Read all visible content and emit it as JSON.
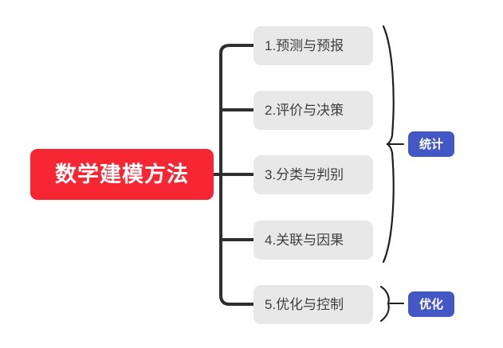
{
  "diagram": {
    "type": "mind-map",
    "root": {
      "label": "数学建模方法",
      "color": "#f72633",
      "text_color": "#ffffff"
    },
    "branches": [
      {
        "label": "1.预测与预报",
        "group": "统计"
      },
      {
        "label": "2.评价与决策",
        "group": "统计"
      },
      {
        "label": "3.分类与判别",
        "group": "统计"
      },
      {
        "label": "4.关联与因果",
        "group": "统计"
      },
      {
        "label": "5.优化与控制",
        "group": "优化"
      }
    ],
    "branch_style": {
      "color": "#e8e8e8",
      "text_color": "#3f3f3f"
    },
    "groups": [
      {
        "label": "统计",
        "color": "#4358c4",
        "text_color": "#ffffff",
        "covers": [
          1,
          2,
          3,
          4
        ]
      },
      {
        "label": "优化",
        "color": "#4358c4",
        "text_color": "#ffffff",
        "covers": [
          5
        ]
      }
    ],
    "connector_color": "#2f2f2f",
    "brace_color": "#1f1f1f",
    "background": "#ffffff"
  }
}
